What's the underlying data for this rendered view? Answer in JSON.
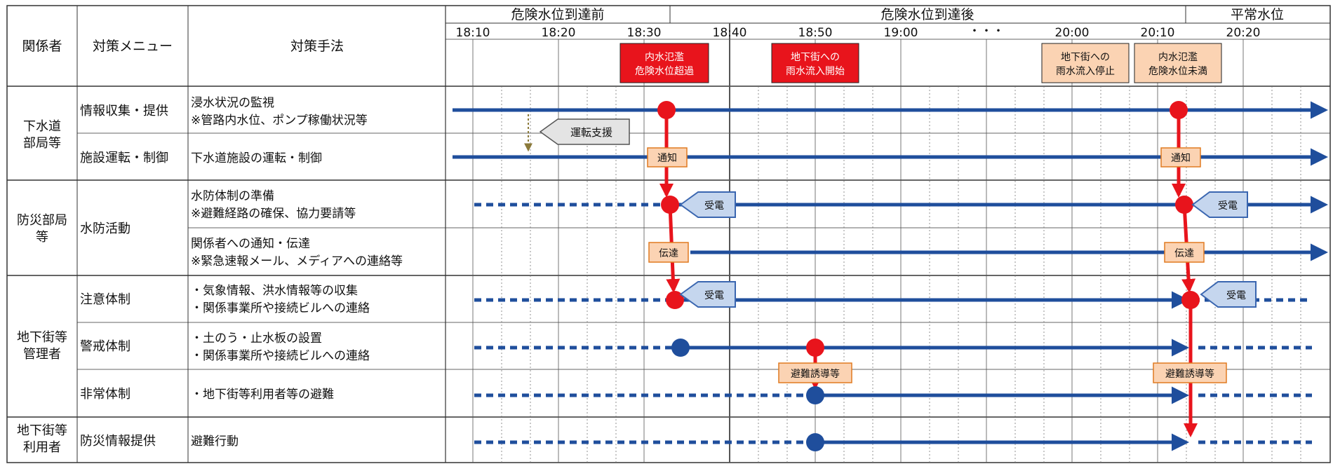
{
  "header": {
    "col_stakeholder": "関係者",
    "col_menu": "対策メニュー",
    "col_method": "対策手法"
  },
  "phases": {
    "before": "危険水位到達前",
    "after": "危険水位到達後",
    "normal": "平常水位"
  },
  "times": [
    "18:10",
    "18:20",
    "18:30",
    "18:40",
    "18:50",
    "19:00",
    "・・・",
    "20:00",
    "20:10",
    "20:20"
  ],
  "events": {
    "e1": [
      "内水氾濫",
      "危険水位超過"
    ],
    "e2": [
      "地下街への",
      "雨水流入開始"
    ],
    "e3": [
      "地下街への",
      "雨水流入停止"
    ],
    "e4": [
      "内水氾濫",
      "危険水位未満"
    ]
  },
  "stakeholders": {
    "sewer": [
      "下水道",
      "部局等"
    ],
    "disaster": [
      "防災部局",
      "等"
    ],
    "manager": [
      "地下街等",
      "管理者"
    ],
    "user": [
      "地下街等",
      "利用者"
    ]
  },
  "menus": {
    "info": "情報収集・提供",
    "facility": "施設運転・制御",
    "flood": "水防活動",
    "caution": "注意体制",
    "warning": "警戒体制",
    "emergency": "非常体制",
    "disaster_info": "防災情報提供"
  },
  "methods": {
    "r1": [
      "浸水状況の監視",
      "※管路内水位、ポンプ稼働状況等"
    ],
    "r2": [
      "下水道施設の運転・制御"
    ],
    "r3": [
      "水防体制の準備",
      "※避難経路の確保、協力要請等"
    ],
    "r4": [
      "関係者への通知・伝達",
      "※緊急速報メール、メディアへの連絡等"
    ],
    "r5": [
      "・気象情報、洪水情報等の収集",
      "・関係事業所や接続ビルへの連絡"
    ],
    "r6": [
      "・土のう・止水板の設置",
      "・関係事業所や接続ビルへの連絡"
    ],
    "r7": [
      "・地下街等利用者等の避難"
    ],
    "r8": [
      "避難行動"
    ]
  },
  "labels": {
    "operation_support": "運転支援",
    "notify": "通知",
    "receive": "受電",
    "transmit": "伝達",
    "evacuation": "避難誘導等"
  },
  "colors": {
    "timeline_blue": "#1f4e9c",
    "flow_red": "#e8141c",
    "event_red": "#e8141c",
    "event_orange": "#fbd3b3",
    "callout_blue": "#c5d6ee",
    "support_gray": "#e4e4e4"
  }
}
